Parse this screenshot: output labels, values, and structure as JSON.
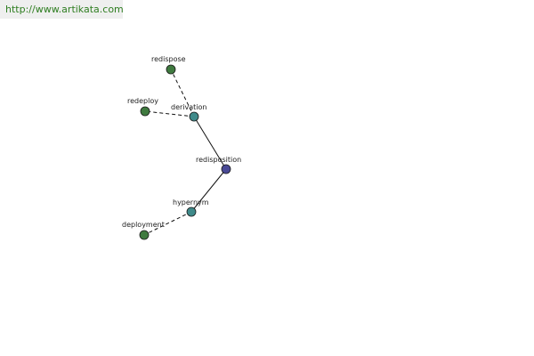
{
  "header": {
    "site_url": "http://www.artikata.com"
  },
  "colors": {
    "url_text": "#2e7d20",
    "banner_bg": "#efefef",
    "center_node": "#4a4a96",
    "relation_node": "#3f8a8a",
    "leaf_node": "#3f7a3f",
    "node_stroke": "#1a1a1a",
    "edge": "#111111"
  },
  "graph": {
    "center": "redisposition",
    "nodes": [
      {
        "id": "redisposition",
        "label": "redisposition",
        "kind": "center"
      },
      {
        "id": "derivation",
        "label": "derivation",
        "kind": "relation"
      },
      {
        "id": "hypernym",
        "label": "hypernym",
        "kind": "relation"
      },
      {
        "id": "redispose",
        "label": "redispose",
        "kind": "leaf"
      },
      {
        "id": "redeploy",
        "label": "redeploy",
        "kind": "leaf"
      },
      {
        "id": "deployment",
        "label": "deployment",
        "kind": "leaf"
      }
    ],
    "edges": [
      {
        "from": "redisposition",
        "to": "derivation",
        "style": "solid"
      },
      {
        "from": "redisposition",
        "to": "hypernym",
        "style": "solid"
      },
      {
        "from": "derivation",
        "to": "redispose",
        "style": "dashed"
      },
      {
        "from": "derivation",
        "to": "redeploy",
        "style": "dashed"
      },
      {
        "from": "hypernym",
        "to": "deployment",
        "style": "dashed"
      }
    ]
  }
}
